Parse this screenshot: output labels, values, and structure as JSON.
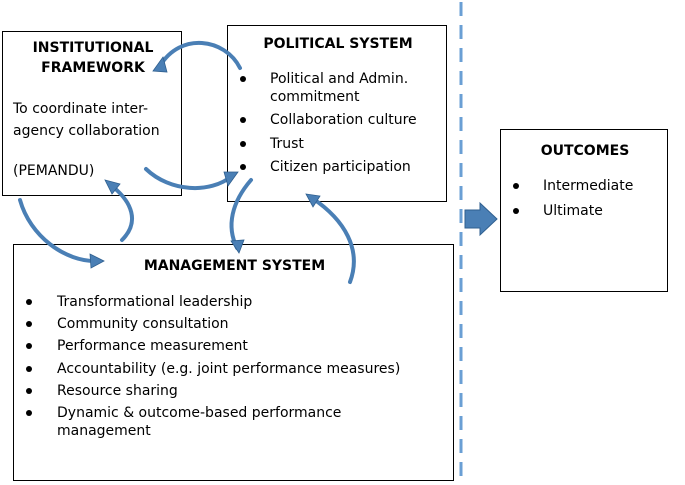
{
  "institutional": {
    "title_line1": "INSTITUTIONAL",
    "title_line2": "FRAMEWORK",
    "desc_line1": "To coordinate inter-",
    "desc_line2": "agency collaboration",
    "note": "(PEMANDU)"
  },
  "political": {
    "title": "POLITICAL SYSTEM",
    "items": [
      [
        "Political and Admin.",
        "commitment"
      ],
      [
        "Collaboration culture"
      ],
      [
        "Trust"
      ],
      [
        "Citizen participation"
      ]
    ]
  },
  "management": {
    "title": "MANAGEMENT SYSTEM",
    "items": [
      [
        "Transformational leadership"
      ],
      [
        "Community consultation"
      ],
      [
        "Performance measurement"
      ],
      [
        "Accountability (e.g. joint performance measures)"
      ],
      [
        "Resource sharing"
      ],
      [
        "Dynamic & outcome-based performance",
        "management"
      ]
    ]
  },
  "outcomes": {
    "title": "OUTCOMES",
    "items": [
      [
        "Intermediate"
      ],
      [
        "Ultimate"
      ]
    ]
  },
  "colors": {
    "arrow_fill": "#4a7fb5",
    "arrow_stroke": "#2f5f8f",
    "divider": "#6a9fd4",
    "box_border": "#000000"
  }
}
